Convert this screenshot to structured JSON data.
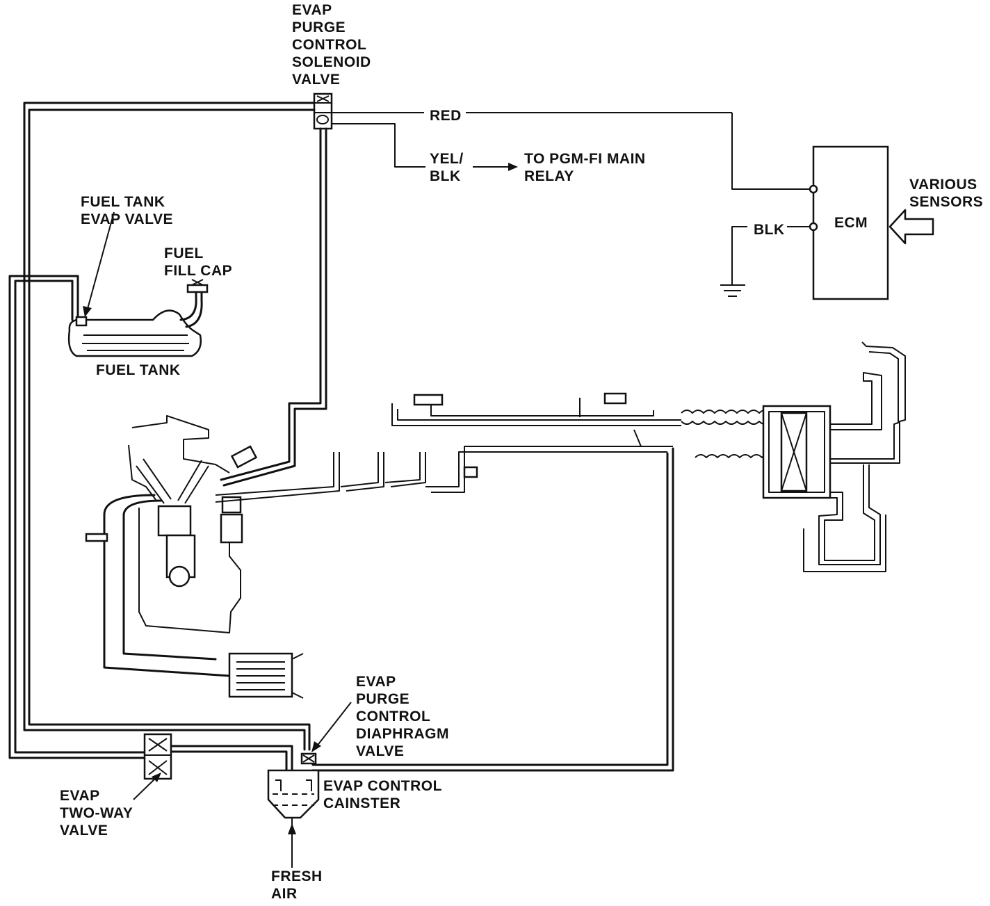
{
  "labels": {
    "purge_solenoid": "EVAP\nPURGE\nCONTROL\nSOLENOID\nVALVE",
    "red": "RED",
    "yel_blk": "YEL/\nBLK",
    "pgm_relay": "TO PGM-FI MAIN\nRELAY",
    "various_sensors": "VARIOUS\nSENSORS",
    "ecm": "ECM",
    "blk": "BLK",
    "fuel_tank_evap_valve": "FUEL TANK\nEVAP VALVE",
    "fuel_fill_cap": "FUEL\nFILL CAP",
    "fuel_tank": "FUEL TANK",
    "purge_diaphragm": "EVAP\nPURGE\nCONTROL\nDIAPHRAGM\nVALVE",
    "canister": "EVAP CONTROL\nCAINSTER",
    "two_way_valve": "EVAP\nTWO-WAY\nVALVE",
    "fresh_air": "FRESH\nAIR"
  },
  "colors": {
    "line": "#111111",
    "background": "#ffffff"
  }
}
